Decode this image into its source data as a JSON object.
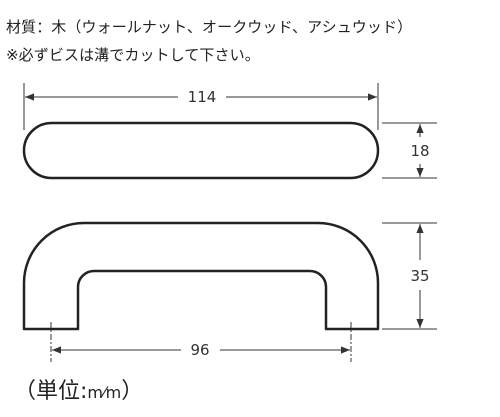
{
  "notes": {
    "material": "材質：木（ウォールナット、オークウッド、アシュウッド）",
    "warning": "※必ずビスは溝でカットして下さい。"
  },
  "dimensions": {
    "top_length": "114",
    "side_height": "18",
    "front_height": "35",
    "hole_pitch": "96"
  },
  "unit": {
    "prefix": "（単位:",
    "fraction": "m⁄m",
    "suffix": "）"
  }
}
